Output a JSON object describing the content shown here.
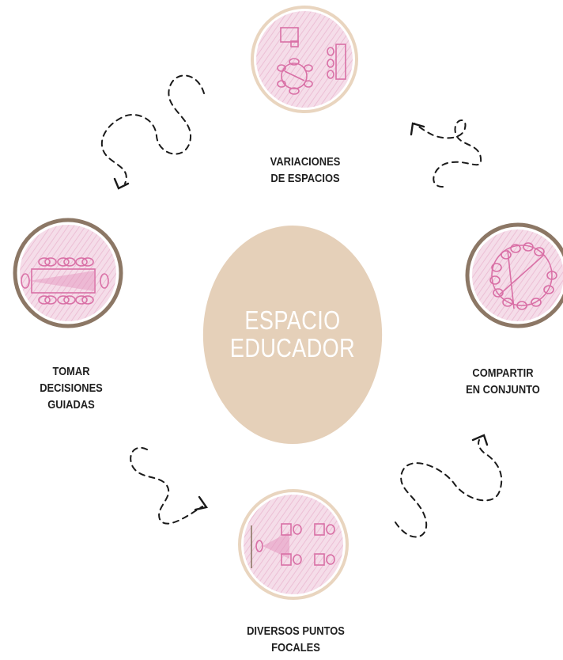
{
  "center": {
    "line1": "ESPACIO",
    "line2": "EDUCADOR"
  },
  "nodes": [
    {
      "id": "top",
      "lines": [
        "VARIACIONES",
        "DE ESPACIOS"
      ]
    },
    {
      "id": "right",
      "lines": [
        "COMPARTIR",
        "EN CONJUNTO"
      ]
    },
    {
      "id": "bottom",
      "lines": [
        "DIVERSOS PUNTOS",
        "FOCALES"
      ]
    },
    {
      "id": "left",
      "lines": [
        "TOMAR",
        "DECISIONES",
        "GUIADAS"
      ]
    }
  ],
  "colors": {
    "center_fill": "#e5d0b9",
    "ring_brown": "#8c7765",
    "ring_beige": "#e9d5bf",
    "pink": "#d970a6",
    "pink_fill": "#f3dbe7",
    "arrow": "#1a1a1a"
  },
  "icons": [
    "classroom-layout-icon",
    "round-table-icon",
    "presentation-icon",
    "meeting-table-icon"
  ]
}
